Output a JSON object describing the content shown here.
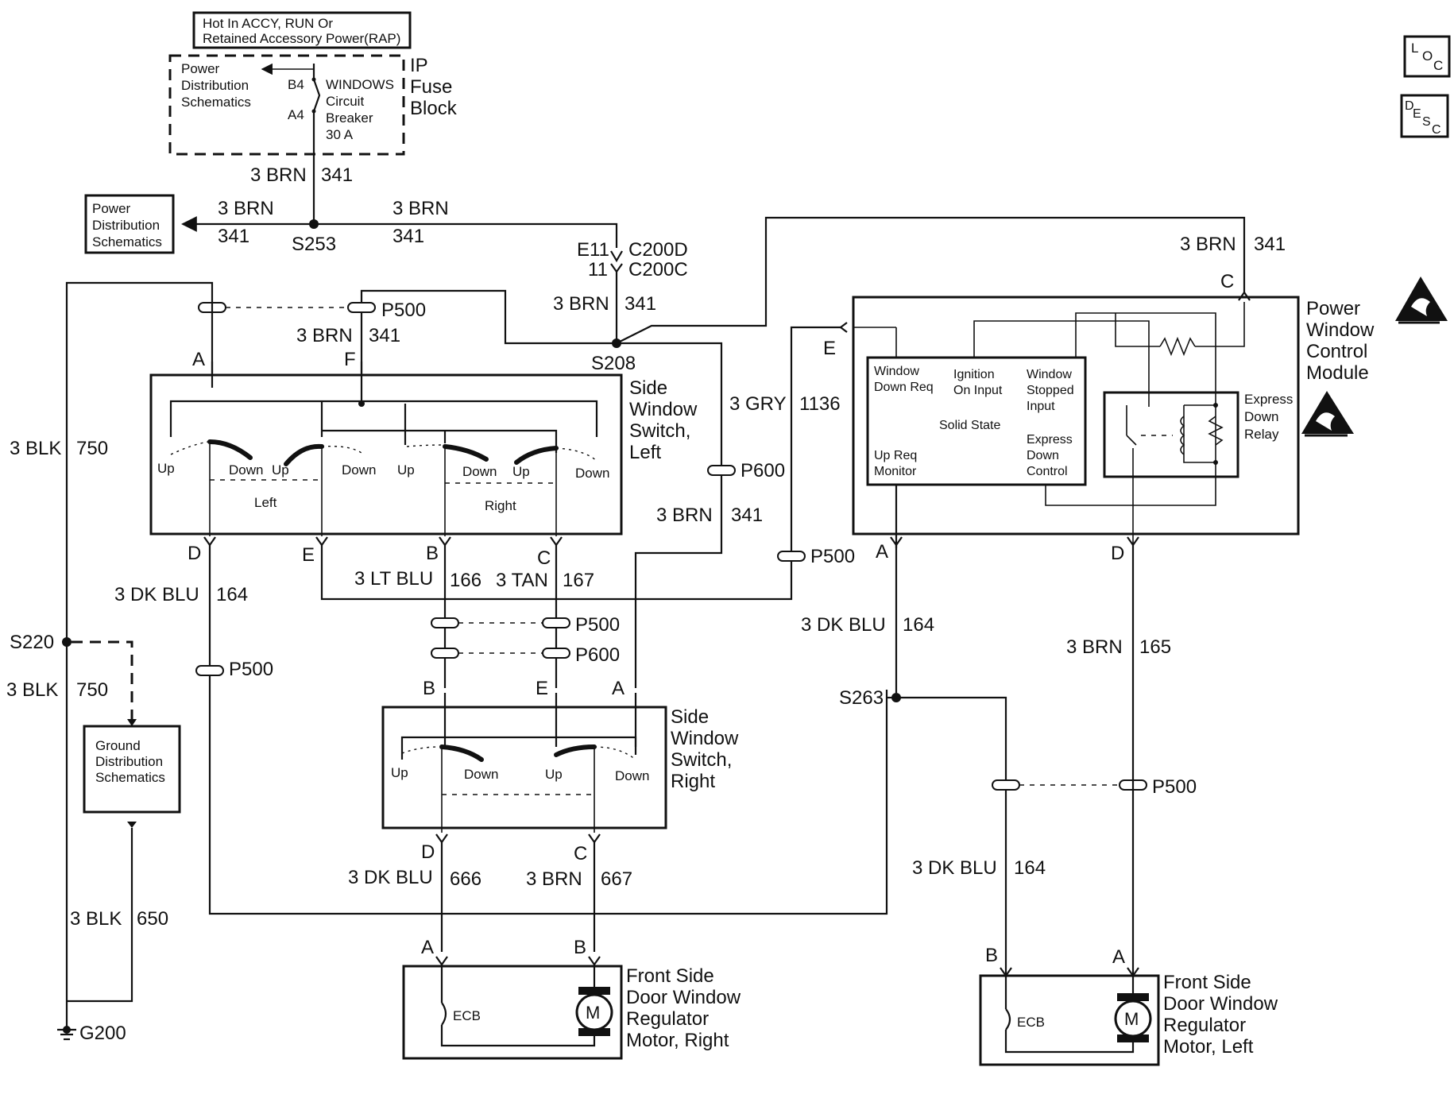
{
  "labels": {
    "fuse_header": [
      "Hot In ACCY, RUN Or",
      "Retained Accessory Power(RAP)"
    ],
    "ip_fuse_block": [
      "IP",
      "Fuse",
      "Block"
    ],
    "pds": [
      "Power",
      "Distribution",
      "Schematics"
    ],
    "circuit_breaker": [
      "WINDOWS",
      "Circuit",
      "Breaker",
      "30 A"
    ],
    "pin_b4": "B4",
    "pin_a4": "A4",
    "gds": [
      "Ground",
      "Distribution",
      "Schematics"
    ],
    "left_switch": [
      "Side",
      "Window",
      "Switch,",
      "Left"
    ],
    "right_switch": [
      "Side",
      "Window",
      "Switch,",
      "Right"
    ],
    "pwcm": [
      "Power",
      "Window",
      "Control",
      "Module"
    ],
    "pwcm_inner": {
      "window_down_req": [
        "Window",
        "Down Req"
      ],
      "ignition_on": [
        "Ignition",
        "On Input"
      ],
      "window_stopped": [
        "Window",
        "Stopped",
        "Input"
      ],
      "solid_state": "Solid State",
      "express_down_control": [
        "Express",
        "Down",
        "Control"
      ],
      "up_req_monitor": [
        "Up Req",
        "Monitor"
      ]
    },
    "express_relay": [
      "Express",
      "Down",
      "Relay"
    ],
    "motor_right": [
      "Front Side",
      "Door Window",
      "Regulator",
      "Motor, Right"
    ],
    "motor_left": [
      "Front Side",
      "Door Window",
      "Regulator",
      "Motor, Left"
    ],
    "ecb": "ECB",
    "motor": "M",
    "switch_words": {
      "up": "Up",
      "down": "Down",
      "left": "Left",
      "right": "Right"
    },
    "loc_icon": [
      "L",
      "O",
      "C"
    ],
    "desc_icon": [
      "D",
      "E",
      "S",
      "C"
    ]
  },
  "wires": {
    "brn_341": "3 BRN",
    "c341": "341",
    "brn": "3 BRN",
    "gry": "3 GRY",
    "c1136": "1136",
    "blk": "3 BLK",
    "c750": "750",
    "c650": "650",
    "dkblu": "3 DK BLU",
    "c164": "164",
    "ltblu": "3 LT BLU",
    "c166": "166",
    "tan": "3 TAN",
    "c167": "167",
    "c666": "666",
    "c667": "667",
    "c165": "165"
  },
  "connectors": {
    "p500": "P500",
    "p600": "P600",
    "e11": "E11",
    "n11": "11",
    "c200d": "C200D",
    "c200c": "C200C"
  },
  "splices": {
    "s253": "S253",
    "s208": "S208",
    "s220": "S220",
    "s263": "S263",
    "g200": "G200"
  },
  "pins": {
    "A": "A",
    "B": "B",
    "C": "C",
    "D": "D",
    "E": "E",
    "F": "F"
  }
}
